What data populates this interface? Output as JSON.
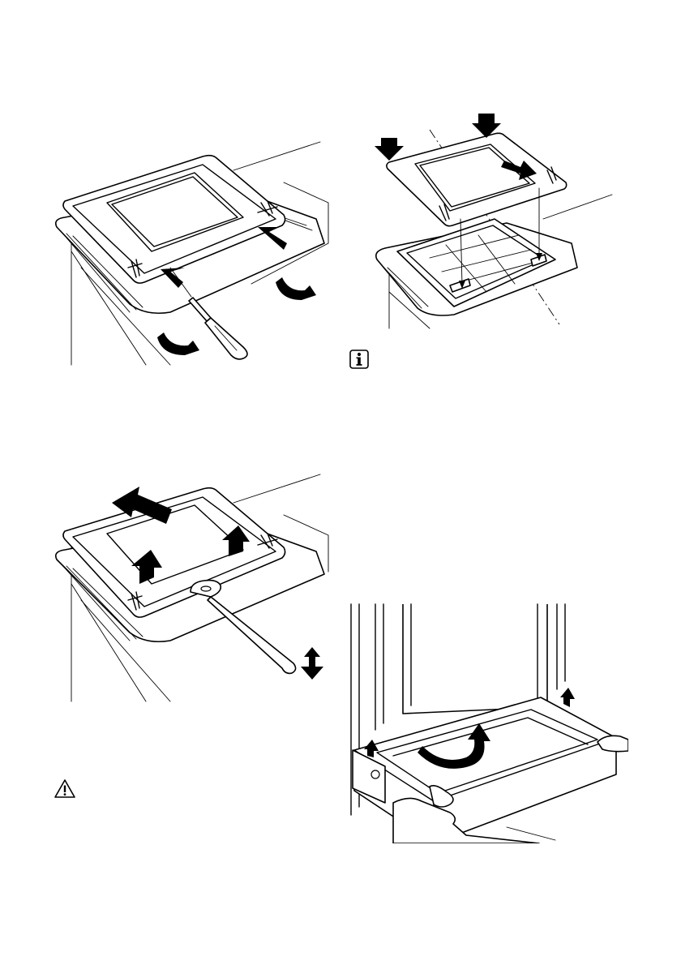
{
  "figures": [
    {
      "id": "fig-remove-door-hinges",
      "tool": "screwdriver-icon",
      "arrows": [
        "push-arrow-icon",
        "rotate-arrow-icon"
      ]
    },
    {
      "id": "fig-install-door-glass",
      "arrows": [
        "press-down-arrow-icon",
        "slide-arrow-icon"
      ]
    },
    {
      "id": "fig-lift-door-lid",
      "tool": "lifting-key-icon",
      "arrows": [
        "lift-arrow-icon",
        "up-down-arrow-icon"
      ]
    },
    {
      "id": "fig-remove-drawer",
      "arrows": [
        "rotate-arrow-icon"
      ]
    }
  ],
  "icons": {
    "info": "info-icon",
    "warning": "warning-icon"
  },
  "colors": {
    "line": "#000000",
    "background": "#ffffff"
  }
}
